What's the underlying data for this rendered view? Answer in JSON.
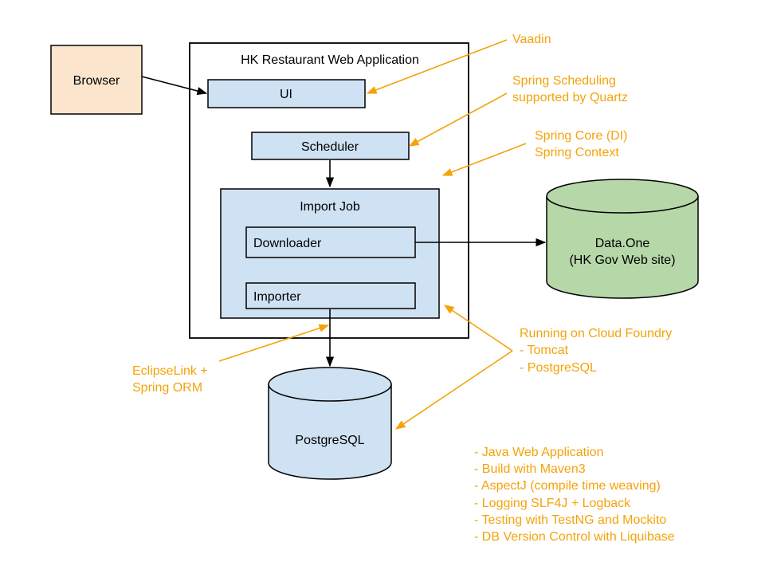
{
  "colors": {
    "annotation": "#f4a30b",
    "component_fill": "#cfe2f3",
    "browser_fill": "#fce5cd",
    "external_fill": "#b6d7a8",
    "line": "#000000"
  },
  "browser": {
    "label": "Browser"
  },
  "app": {
    "title": "HK Restaurant Web Application",
    "ui": "UI",
    "scheduler": "Scheduler",
    "import_job": {
      "title": "Import Job",
      "downloader": "Downloader",
      "importer": "Importer"
    }
  },
  "external": {
    "line1": "Data.One",
    "line2": "(HK Gov Web site)"
  },
  "database": {
    "label": "PostgreSQL"
  },
  "annotations": {
    "vaadin": "Vaadin",
    "scheduling": [
      "Spring Scheduling",
      "supported by Quartz"
    ],
    "core": [
      "Spring Core (DI)",
      "Spring Context"
    ],
    "cloud": [
      "Running on Cloud Foundry",
      "- Tomcat",
      "- PostgreSQL"
    ],
    "orm": [
      "EclipseLink +",
      "Spring ORM"
    ],
    "features": [
      "- Java Web Application",
      "- Build with Maven3",
      "- AspectJ (compile time weaving)",
      "- Logging SLF4J + Logback",
      "- Testing with TestNG and Mockito",
      "- DB Version Control with Liquibase"
    ]
  }
}
